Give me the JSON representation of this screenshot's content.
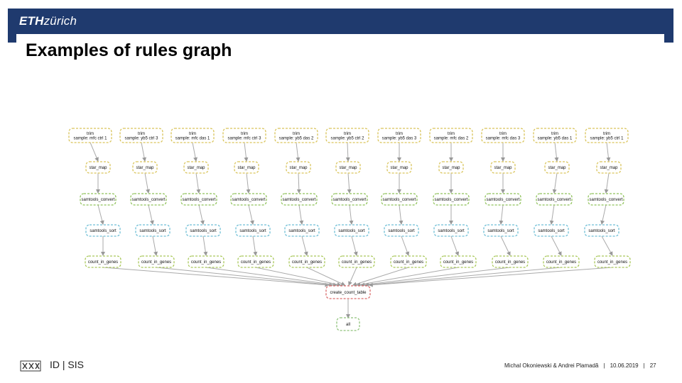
{
  "header": {
    "brand_bold": "ETH",
    "brand_rest": "zürich",
    "accent_color": "#1f3a6e"
  },
  "page_title": "Examples of rules graph",
  "graph": {
    "top_row": [
      {
        "line1": "trim",
        "line2": "sample: mfc ctrl 1"
      },
      {
        "line1": "trim",
        "line2": "sample: yb5 ctrl 3"
      },
      {
        "line1": "trim",
        "line2": "sample: mfc das 1"
      },
      {
        "line1": "trim",
        "line2": "sample: mfc ctrl 3"
      },
      {
        "line1": "trim",
        "line2": "sample: yb5 das 2"
      },
      {
        "line1": "trim",
        "line2": "sample: yb5 ctrl 2"
      },
      {
        "line1": "trim",
        "line2": "sample: yb5 das 3"
      },
      {
        "line1": "trim",
        "line2": "sample: mfc das 2"
      },
      {
        "line1": "trim",
        "line2": "sample: mfc das 3"
      },
      {
        "line1": "trim",
        "line2": "sample: yb5 das 1"
      },
      {
        "line1": "trim",
        "line2": "sample: yb5 ctrl 1"
      }
    ],
    "row_labels": [
      "star_map",
      "samtools_convert",
      "samtools_sort",
      "count_in_genes"
    ],
    "create_label": "create_count_table",
    "all_label": "all",
    "colors": {
      "trim": "#d9c45a",
      "star_map": "#d9c45a",
      "samtools_convert": "#8fc25a",
      "samtools_sort": "#6fbfd6",
      "count_in_genes": "#a9c85a",
      "create_count_table": "#d96a6a",
      "all": "#8fc27a"
    }
  },
  "footer": {
    "dept": "ID | SIS",
    "authors": "Michal Okoniewski & Andrei Plamadă",
    "date": "10.06.2019",
    "page": "27"
  }
}
